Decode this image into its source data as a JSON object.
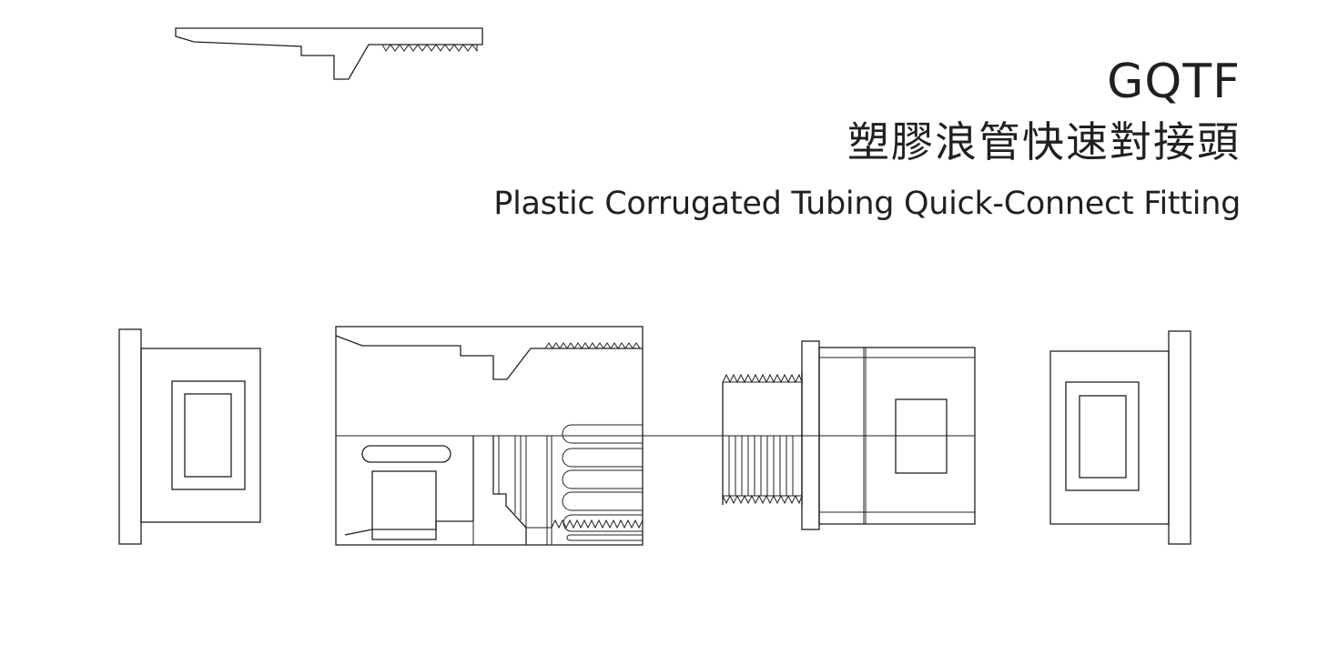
{
  "product": {
    "model": "GQTF",
    "name_zh": "塑膠浪管快速對接頭",
    "name_en": "Plastic Corrugated Tubing Quick-Connect Fitting"
  },
  "colors": {
    "line": "#231f20",
    "background": "#ffffff"
  }
}
